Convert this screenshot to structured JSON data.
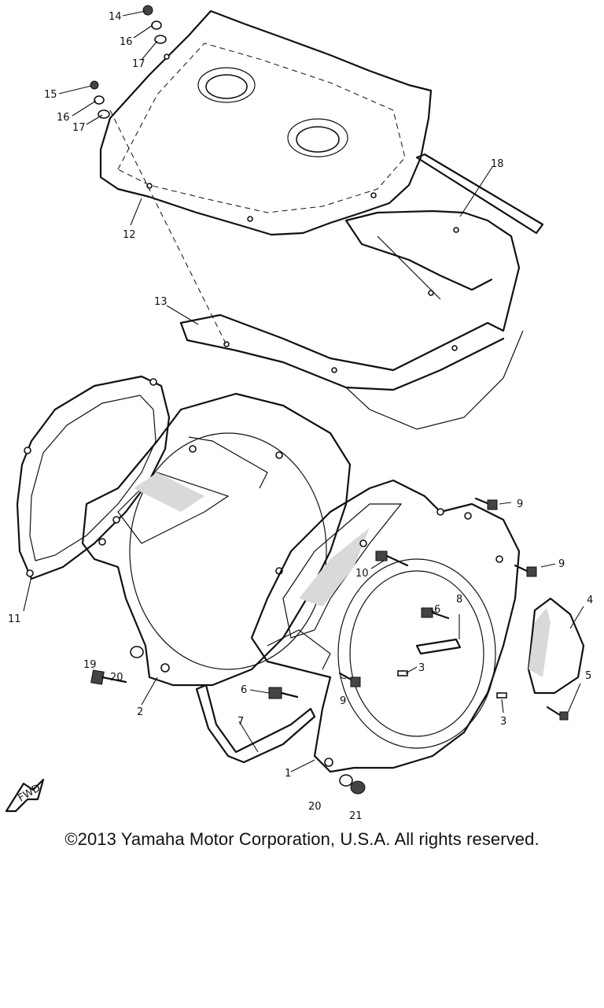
{
  "diagram": {
    "callouts": [
      "14",
      "16",
      "17",
      "15",
      "16",
      "17",
      "12",
      "13",
      "18",
      "11",
      "2",
      "19",
      "20",
      "9",
      "10",
      "9",
      "6",
      "8",
      "4",
      "3",
      "9",
      "6",
      "7",
      "3",
      "5",
      "1",
      "20",
      "21"
    ],
    "fwd_label": "FWD"
  },
  "footer": {
    "copyright": "©2013 Yamaha Motor Corporation, U.S.A. All rights reserved."
  }
}
